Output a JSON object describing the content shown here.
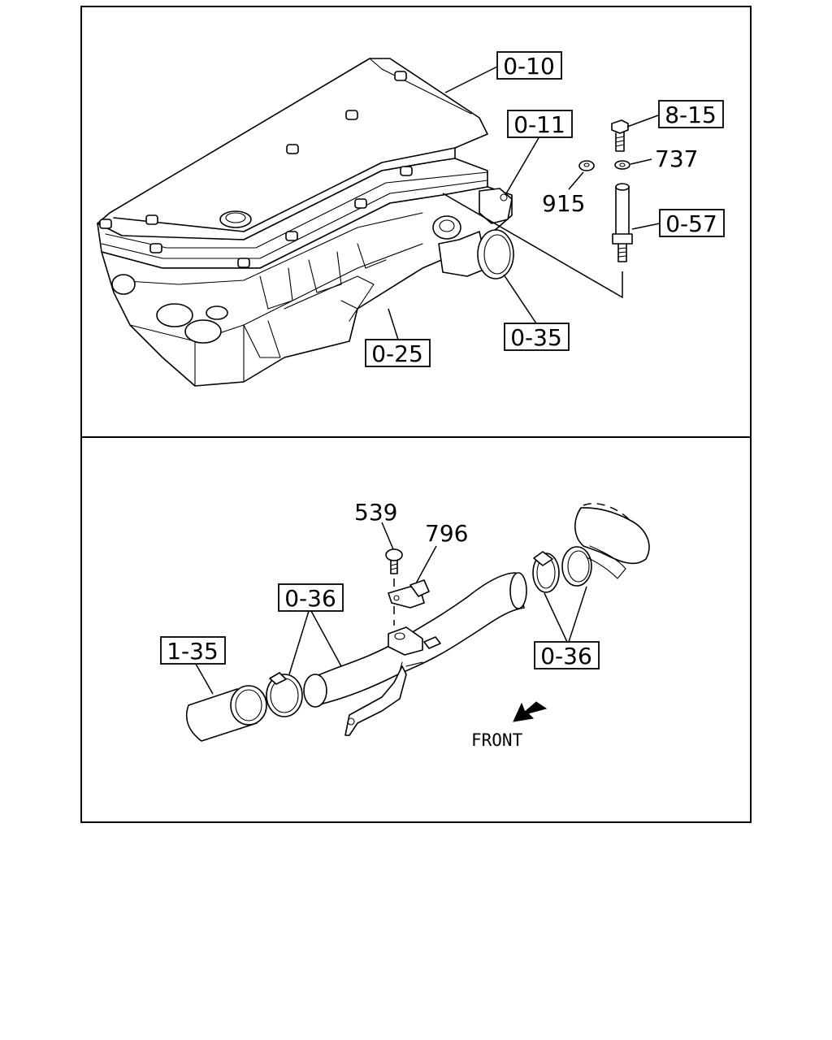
{
  "callouts": {
    "c_0_10": "0-10",
    "c_0_11": "0-11",
    "c_8_15": "8-15",
    "c_737": "737",
    "c_915": "915",
    "c_0_57": "0-57",
    "c_0_35": "0-35",
    "c_0_25": "0-25",
    "c_539": "539",
    "c_796": "796",
    "c_0_36_left": "0-36",
    "c_0_36_right": "0-36",
    "c_1_35": "1-35"
  },
  "labels": {
    "front": "FRONT"
  },
  "icons": {
    "front_arrow": "arrow-down-left-icon"
  }
}
